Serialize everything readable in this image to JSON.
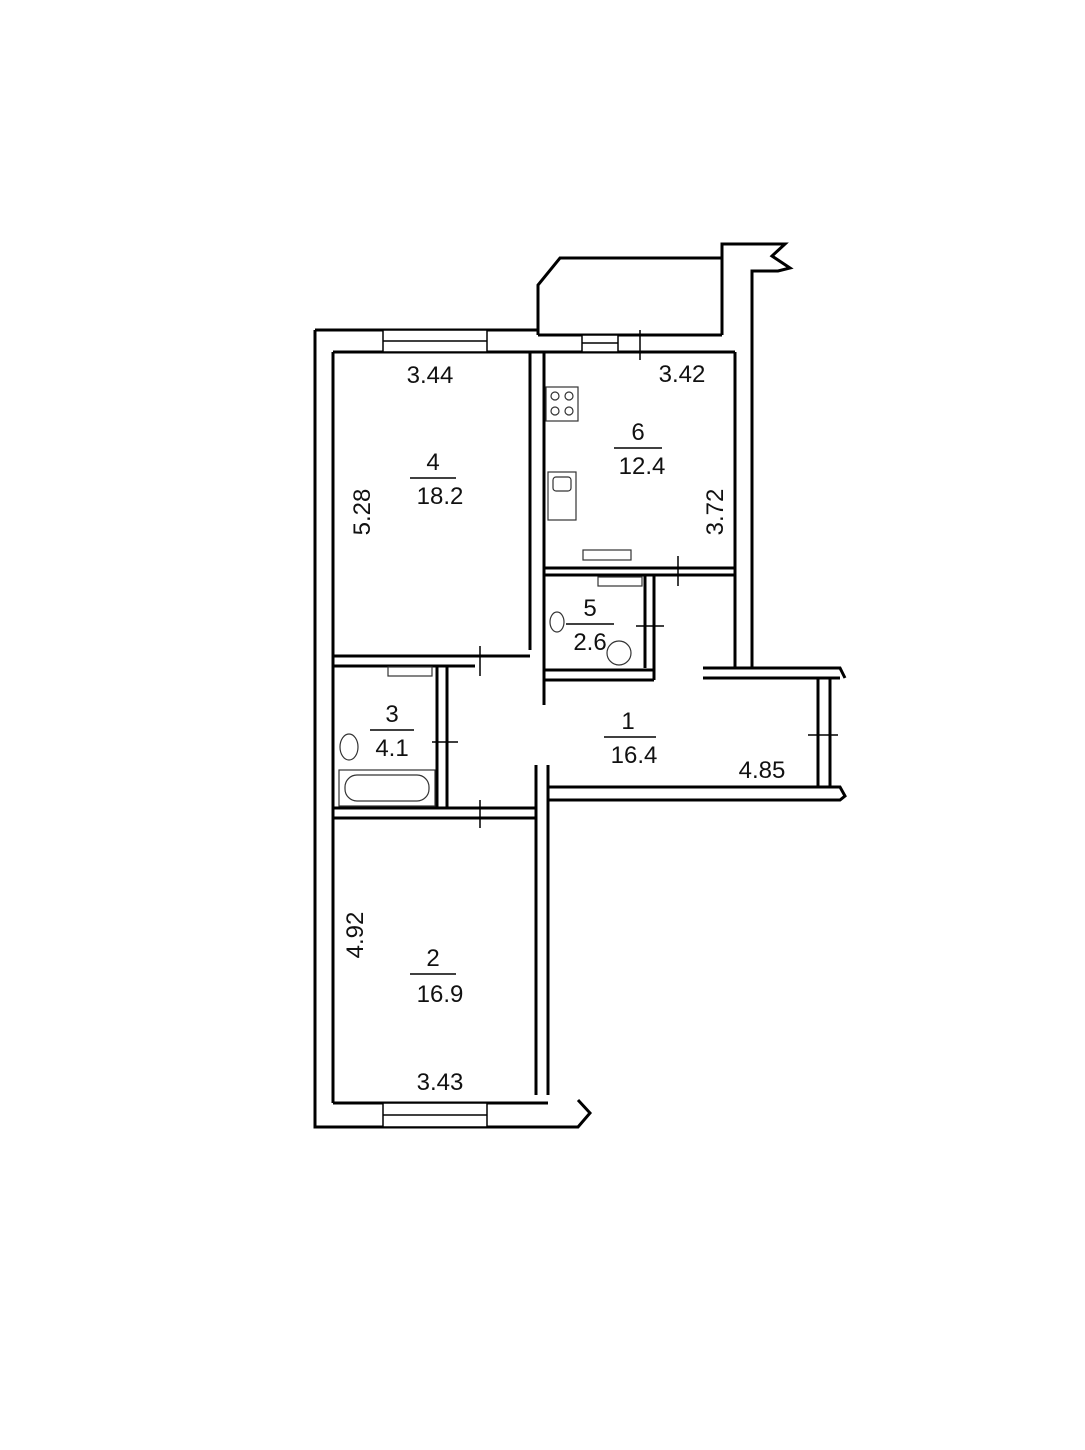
{
  "rooms": [
    {
      "id": "1",
      "area": "16.4"
    },
    {
      "id": "2",
      "area": "16.9"
    },
    {
      "id": "3",
      "area": "4.1"
    },
    {
      "id": "4",
      "area": "18.2"
    },
    {
      "id": "5",
      "area": "2.6"
    },
    {
      "id": "6",
      "area": "12.4"
    }
  ],
  "dimensions": {
    "room4_width": "3.44",
    "room4_length": "5.28",
    "room6_width": "3.42",
    "room6_length": "3.72",
    "room1_length": "4.85",
    "room2_length": "4.92",
    "room2_width": "3.43"
  }
}
